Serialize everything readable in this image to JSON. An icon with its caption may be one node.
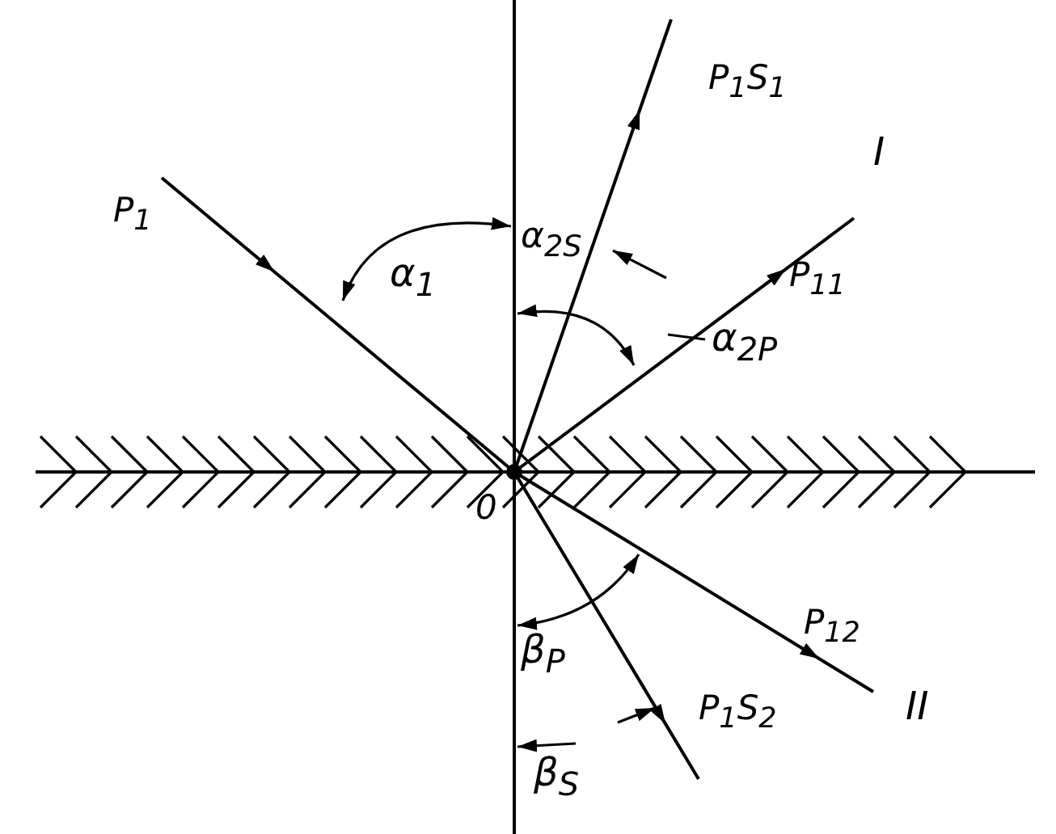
{
  "diagram": {
    "labels": [
      "P$_{1}$",
      "α$_{1}$",
      "α$_{2S}$",
      "P$_{1}$S$_{1}$",
      "I",
      "P$_{11}$",
      "α$_{2P}$",
      "0",
      "β$_{P}$",
      "P$_{12}$",
      "II",
      "P$_{1}$S$_{2}$",
      "β$_{S}$"
    ]
  }
}
